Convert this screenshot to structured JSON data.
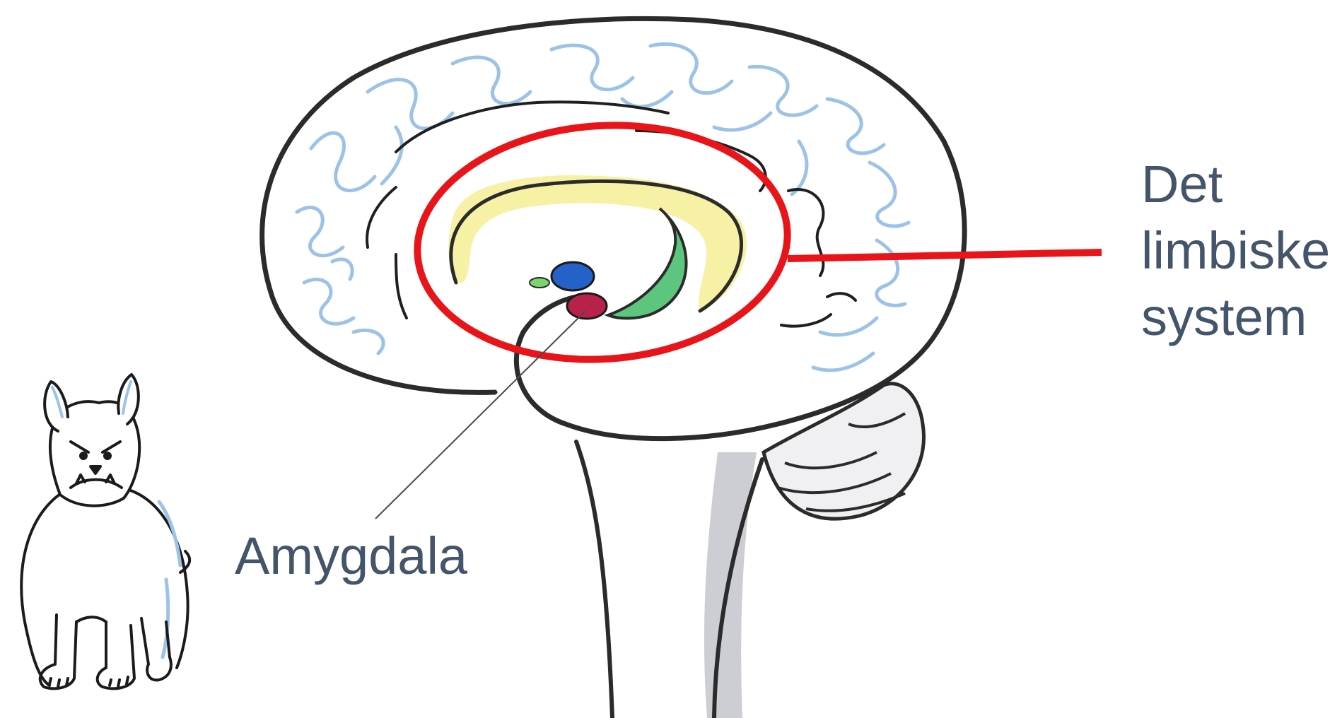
{
  "labels": {
    "limbic_line1": "Det",
    "limbic_line2": "limbiske",
    "limbic_line3": "system",
    "amygdala": "Amygdala"
  },
  "colors": {
    "outline": "#2b2b2b",
    "sulci": "#9cc3e6",
    "highlight_ring": "#e8141a",
    "label_text": "#44546a",
    "cingulate_yellow": "#f5ef9a",
    "hippocampus_green": "#5cc67e",
    "thalamus_blue": "#2461c9",
    "amygdala_red": "#b8214a",
    "brainstem_gray": "#c4c6cc"
  },
  "icons": {
    "dog": "bulldog-icon"
  }
}
